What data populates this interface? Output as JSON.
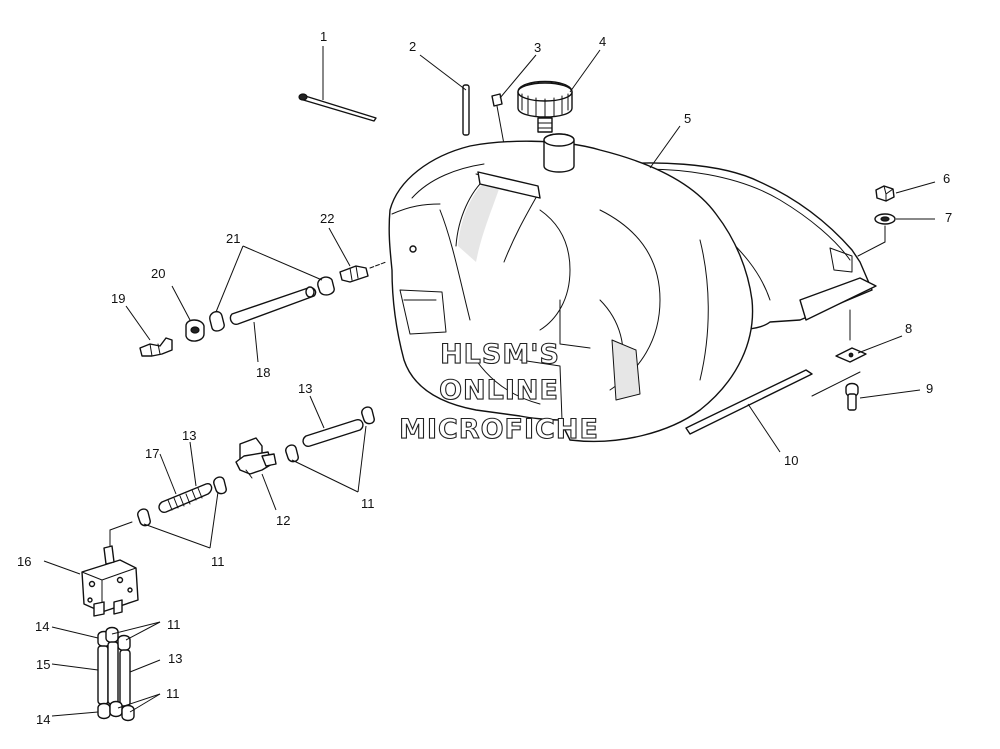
{
  "watermark": {
    "line1": "HLSM'S",
    "line2": "ONLINE",
    "line3": "MICROFICHE"
  },
  "callouts": {
    "c1": "1",
    "c2": "2",
    "c3": "3",
    "c4": "4",
    "c5": "5",
    "c6": "6",
    "c7": "7",
    "c8": "8",
    "c9": "9",
    "c10": "10",
    "c11a": "11",
    "c11b": "11",
    "c11c": "11",
    "c11d": "11",
    "c12": "12",
    "c13a": "13",
    "c13b": "13",
    "c13c": "13",
    "c14a": "14",
    "c14b": "14",
    "c15": "15",
    "c16": "16",
    "c17": "17",
    "c18": "18",
    "c19": "19",
    "c20": "20",
    "c21": "21",
    "c22": "22"
  }
}
